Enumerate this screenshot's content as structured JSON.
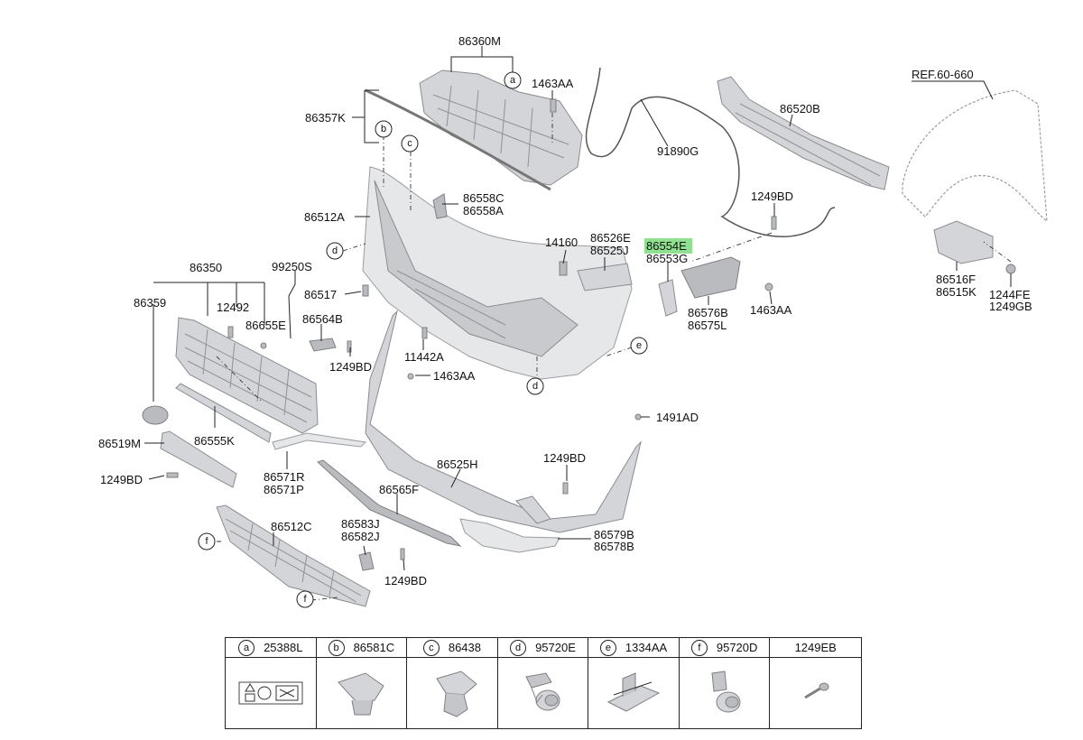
{
  "reference": "REF.60-660",
  "labels": {
    "p86360M": "86360M",
    "p1463AA_top": "1463AA",
    "p91890G": "91890G",
    "p86520B": "86520B",
    "p86357K": "86357K",
    "p86558C": "86558C",
    "p86558A": "86558A",
    "p86512A": "86512A",
    "p1249BD_upper": "1249BD",
    "p14160": "14160",
    "p86526E": "86526E",
    "p86525J": "86525J",
    "p86554E": "86554E",
    "p86553G": "86553G",
    "p86350": "86350",
    "p99250S": "99250S",
    "p86359": "86359",
    "p12492": "12492",
    "p86655E": "86655E",
    "p86517": "86517",
    "p86564B": "86564B",
    "p1249BD_mid": "1249BD",
    "p11442A": "11442A",
    "p1463AA_mid": "1463AA",
    "p86576B": "86576B",
    "p86575L": "86575L",
    "p1463AA_right": "1463AA",
    "p86516F": "86516F",
    "p86515K": "86515K",
    "p1244FE": "1244FE",
    "p1249GB": "1249GB",
    "p1491AD": "1491AD",
    "p86519M": "86519M",
    "p86555K": "86555K",
    "p1249BD_left": "1249BD",
    "p86571R": "86571R",
    "p86571P": "86571P",
    "p86525H": "86525H",
    "p1249BD_lower": "1249BD",
    "p86565F": "86565F",
    "p86512C": "86512C",
    "p86583J": "86583J",
    "p86582J": "86582J",
    "p1249BD_bottom": "1249BD",
    "p86579B": "86579B",
    "p86578B": "86578B"
  },
  "callouts": {
    "a": "a",
    "b": "b",
    "c": "c",
    "d": "d",
    "e": "e",
    "f": "f"
  },
  "legend": [
    {
      "letter": "a",
      "part": "25388L",
      "icon": "warning-label-icon"
    },
    {
      "letter": "b",
      "part": "86581C",
      "icon": "clip-icon"
    },
    {
      "letter": "c",
      "part": "86438",
      "icon": "clip-icon"
    },
    {
      "letter": "d",
      "part": "95720E",
      "icon": "sensor-icon"
    },
    {
      "letter": "e",
      "part": "1334AA",
      "icon": "nut-clip-icon"
    },
    {
      "letter": "f",
      "part": "95720D",
      "icon": "sensor-icon"
    },
    {
      "letter": "",
      "part": "1249EB",
      "icon": "screw-icon"
    }
  ],
  "highlight_color": "#8fe08f"
}
